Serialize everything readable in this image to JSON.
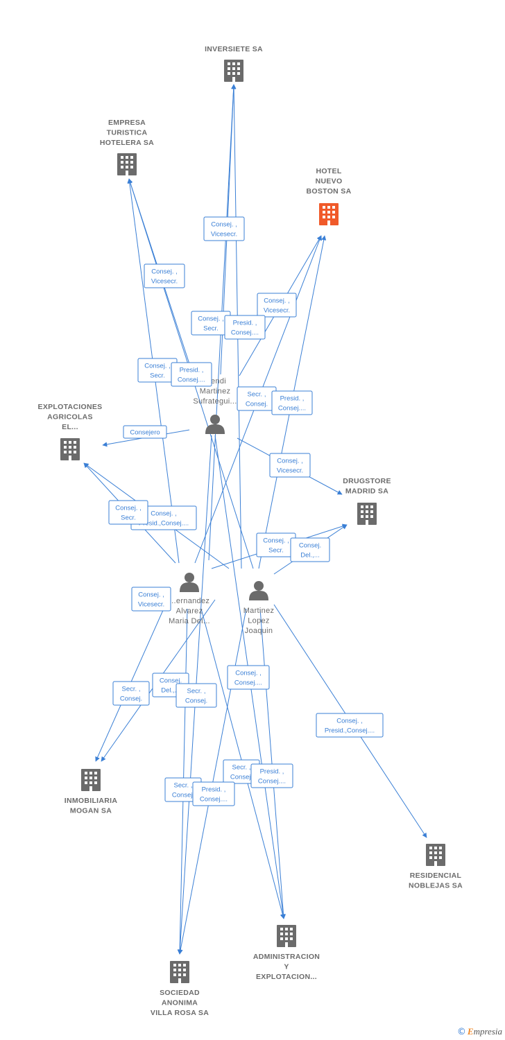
{
  "colors": {
    "edge": "#3a7fd5",
    "company": "#6b6b6b",
    "highlight": "#f05a2a",
    "person": "#6b6b6b"
  },
  "nodes": [
    {
      "id": "inversiete",
      "type": "company",
      "lines": [
        "INVERSIETE SA"
      ]
    },
    {
      "id": "empresa",
      "type": "company",
      "lines": [
        "EMPRESA",
        "TURISTICA",
        "HOTELERA SA"
      ]
    },
    {
      "id": "hotel",
      "type": "company",
      "highlight": true,
      "lines": [
        "HOTEL",
        "NUEVO",
        "BOSTON SA"
      ]
    },
    {
      "id": "explot",
      "type": "company",
      "lines": [
        "EXPLOTACIONES",
        "AGRICOLAS",
        "EL..."
      ]
    },
    {
      "id": "drugstore",
      "type": "company",
      "lines": [
        "DRUGSTORE",
        "MADRID SA"
      ]
    },
    {
      "id": "mogan",
      "type": "company",
      "lines": [
        "INMOBILIARIA",
        "MOGAN SA"
      ]
    },
    {
      "id": "noblejas",
      "type": "company",
      "lines": [
        "RESIDENCIAL",
        "NOBLEJAS SA"
      ]
    },
    {
      "id": "admin",
      "type": "company",
      "lines": [
        "ADMINISTRACION",
        "Y",
        "EXPLOTACION..."
      ]
    },
    {
      "id": "villarosa",
      "type": "company",
      "lines": [
        "SOCIEDAD",
        "ANONIMA",
        "VILLA ROSA SA"
      ]
    },
    {
      "id": "p_sufrategui",
      "type": "person",
      "lines": [
        "...endi",
        "Martinez",
        "Sufrategui..."
      ]
    },
    {
      "id": "p_fernandez",
      "type": "person",
      "lines": [
        "...ernandez",
        "Alvarez",
        "Maria Del..."
      ]
    },
    {
      "id": "p_martinez",
      "type": "person",
      "lines": [
        "Martinez",
        "Lopez",
        "Joaquin"
      ]
    }
  ],
  "roles": [
    {
      "lines": [
        "Consej. ,",
        "Vicesecr."
      ]
    },
    {
      "lines": [
        "Consej. ,",
        "Vicesecr."
      ]
    },
    {
      "lines": [
        "Consej. ,",
        "Vicesecr."
      ]
    },
    {
      "lines": [
        "Consej. ,",
        "Secr."
      ]
    },
    {
      "lines": [
        "Presid. ,",
        "Consej...."
      ]
    },
    {
      "lines": [
        "Consej. ,",
        "Secr."
      ]
    },
    {
      "lines": [
        "Presid. ,",
        "Consej...."
      ]
    },
    {
      "lines": [
        "Secr. ,",
        "Consej."
      ]
    },
    {
      "lines": [
        "Presid. ,",
        "Consej...."
      ]
    },
    {
      "lines": [
        "Consejero"
      ]
    },
    {
      "lines": [
        "Consej. ,",
        "Vicesecr."
      ]
    },
    {
      "lines": [
        "Consej. ,",
        "Presid.,Consej...."
      ]
    },
    {
      "lines": [
        "Consej. ,",
        "Secr."
      ]
    },
    {
      "lines": [
        "Consej. ,",
        "Secr."
      ]
    },
    {
      "lines": [
        "Consej.",
        "Del.,..."
      ]
    },
    {
      "lines": [
        "Consej. ,",
        "Vicesecr."
      ]
    },
    {
      "lines": [
        "Secr. ,",
        "Consej."
      ]
    },
    {
      "lines": [
        "Consej.",
        "Del.,..."
      ]
    },
    {
      "lines": [
        "Secr. ,",
        "Consej."
      ]
    },
    {
      "lines": [
        "Consej. ,",
        "Consej...."
      ]
    },
    {
      "lines": [
        "Consej. ,",
        "Presid.,Consej...."
      ]
    },
    {
      "lines": [
        "Secr. ,",
        "Consej."
      ]
    },
    {
      "lines": [
        "Presid. ,",
        "Consej...."
      ]
    },
    {
      "lines": [
        "Secr. ,",
        "Consej."
      ]
    },
    {
      "lines": [
        "Presid. ,",
        "Consej...."
      ]
    }
  ],
  "copyright": {
    "symbol": "©",
    "brand_initial": "E",
    "brand_rest": "mpresia"
  }
}
